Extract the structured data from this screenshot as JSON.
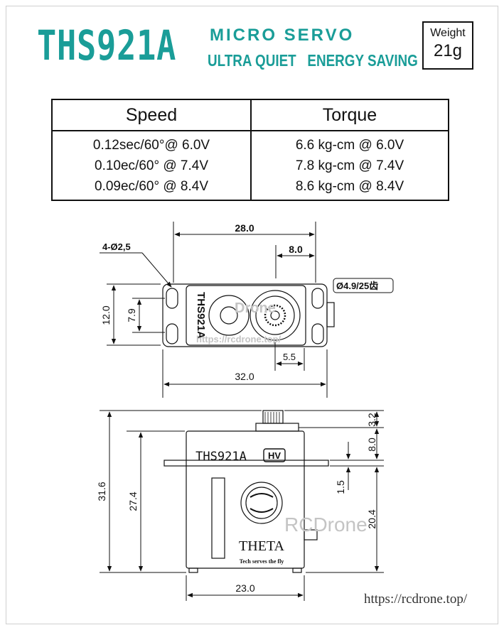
{
  "header": {
    "model": "THS921A",
    "subtitle_line1": "MICRO  SERVO",
    "subtitle_line2": "ULTRA QUIET   ENERGY SAVING",
    "weight_label": "Weight",
    "weight_value": "21g"
  },
  "specs": {
    "speed_header": "Speed",
    "torque_header": "Torque",
    "speed": [
      "0.12sec/60°@ 6.0V",
      "0.10ec/60° @ 7.4V",
      "0.09ec/60° @ 8.4V"
    ],
    "torque": [
      "6.6 kg-cm  @ 6.0V",
      "7.8 kg-cm @ 7.4V",
      "8.6 kg-cm @ 8.4V"
    ]
  },
  "top_view": {
    "dims": {
      "overall_length": "28.0",
      "spline_offset": "8.0",
      "hole_label": "4-Ø2,5",
      "spline_label": "Ø4.9/25齿",
      "height": "12.0",
      "hole_spacing": "7.9",
      "spline_to_edge": "5.5",
      "flange_length": "32.0"
    },
    "case_text": "THS921A",
    "watermark_logo": "Drone",
    "watermark_url": "https://rcdrone.top/"
  },
  "side_view": {
    "dims": {
      "total_height": "31.6",
      "body_height": "27.4",
      "spline_height": "3.2",
      "top_to_flange": "8.0",
      "flange_thickness": "1.5",
      "flange_to_bottom": "20.4",
      "body_width": "23.0"
    },
    "model_label": "THS921A",
    "hv_badge": "HV",
    "brand": "THETA",
    "slogan": "Tech serves the fly",
    "watermark": "RCDrone"
  },
  "footer": {
    "url": "https://rcdrone.top/"
  },
  "colors": {
    "accent": "#1a9d98",
    "line": "#111111"
  }
}
